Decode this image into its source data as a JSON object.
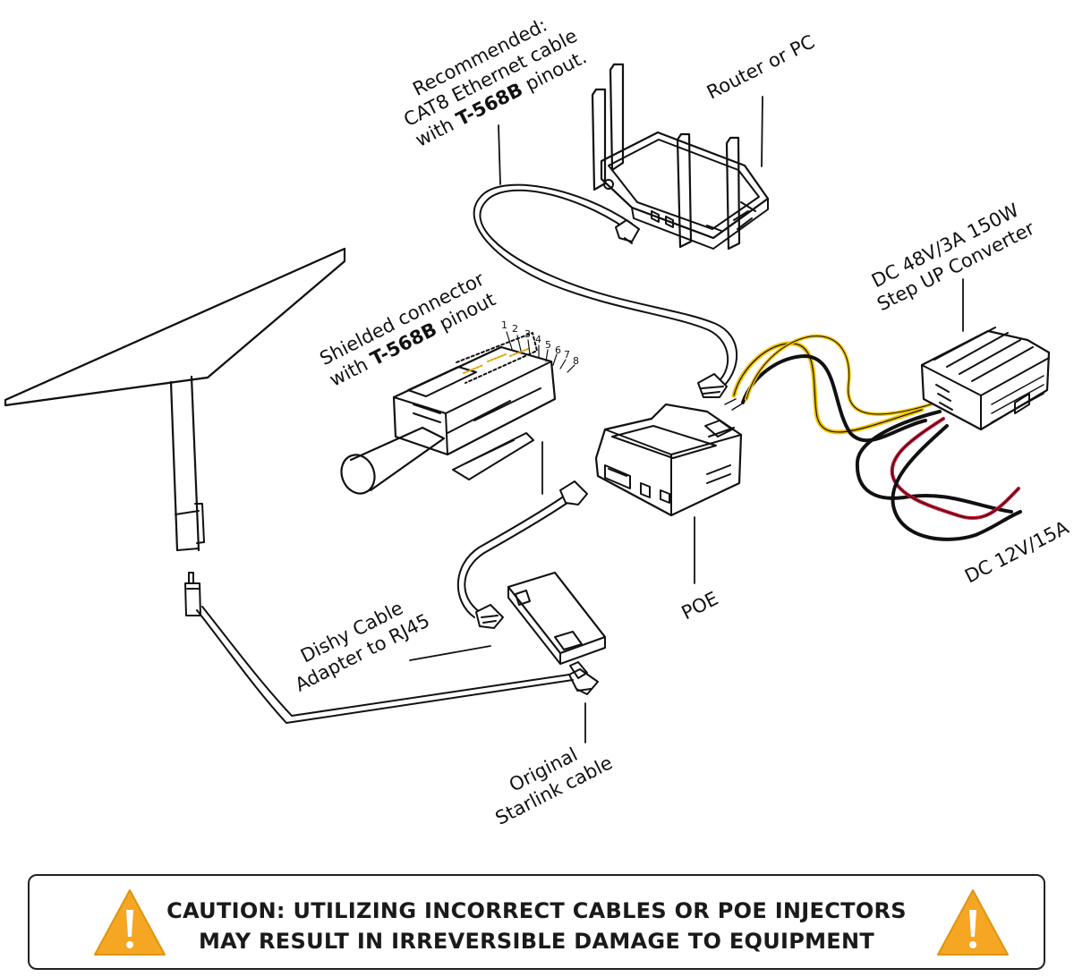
{
  "labels": {
    "cable_recommend": {
      "line1": "Recommended:",
      "line2": "CAT8 Ethernet cable",
      "line3_prefix": "with ",
      "line3_bold": "T-568B",
      "line3_suffix": " pinout."
    },
    "router": "Router or PC",
    "converter": {
      "line1": "DC 48V/3A 150W",
      "line2": "Step UP Converter"
    },
    "shielded": {
      "line1": "Shielded connector",
      "line2_prefix": "with ",
      "line2_bold": "T-568B",
      "line2_suffix": " pinout"
    },
    "pins": [
      "1",
      "2",
      "3",
      "4",
      "5",
      "6",
      "7",
      "8"
    ],
    "poe": "POE",
    "dc_input": "DC 12V/15A",
    "dishy": {
      "line1": "Dishy Cable",
      "line2": "Adapter to RJ45"
    },
    "starlink": {
      "line1": "Original",
      "line2": "Starlink cable"
    }
  },
  "caution": {
    "line1": "CAUTION: UTILIZING INCORRECT CABLES OR POE INJECTORS",
    "line2": "MAY RESULT IN IRREVERSIBLE DAMAGE TO EQUIPMENT"
  },
  "colors": {
    "line": "#111111",
    "wire_yellow": "#f2c200",
    "wire_red": "#c8102e",
    "warning_fill": "#f5a623",
    "warning_mark": "#ffffff"
  },
  "icons": {
    "dish": "satellite-dish-icon",
    "router": "router-icon",
    "poe": "poe-injector-icon",
    "converter": "step-up-converter-icon",
    "warning": "warning-triangle-icon"
  }
}
